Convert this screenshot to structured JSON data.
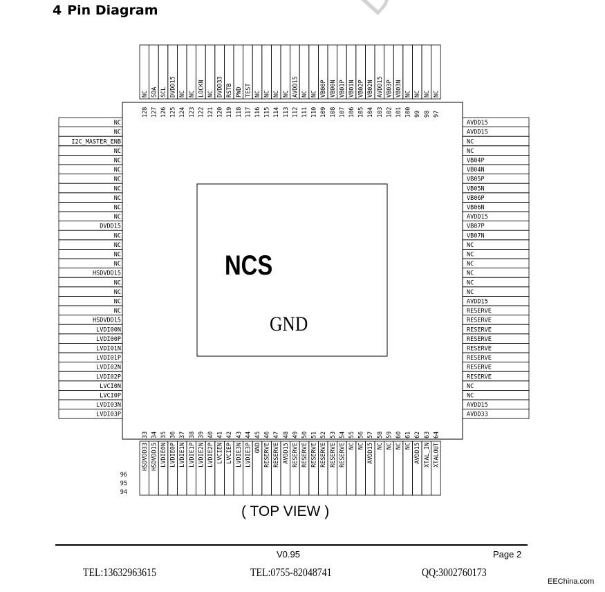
{
  "heading": {
    "number": "4",
    "title": "Pin Diagram"
  },
  "watermark": "DEN",
  "chip": {
    "name": "NCS",
    "gnd_label": "GND"
  },
  "top_view": "( TOP VIEW )",
  "footer": {
    "version": "V0.95",
    "page": "Page 2",
    "tel1": "TEL:13632963615",
    "tel2": "TEL:0755-82048741",
    "qq": "QQ:3002760173"
  },
  "brand": "EEChina.com",
  "left_pins": [
    "NC",
    "NC",
    "I2C_MASTER_ENB",
    "NC",
    "NC",
    "NC",
    "NC",
    "NC",
    "NC",
    "NC",
    "NC",
    "DVDD15",
    "NC",
    "NC",
    "NC",
    "NC",
    "HSDVDD15",
    "NC",
    "NC",
    "NC",
    "NC",
    "HSDVDD15",
    "LVDI00N",
    "LVDI00P",
    "LVDI01N",
    "LVDI01P",
    "LVDI02N",
    "LVDI02P",
    "LVCI0N",
    "LVCI0P",
    "LVDI03N",
    "LVDI03P"
  ],
  "right_pins": [
    "AVDD15",
    "AVDD15",
    "NC",
    "NC",
    "VB04P",
    "VB04N",
    "VB05P",
    "VB05N",
    "VB06P",
    "VB06N",
    "AVDD15",
    "VB07P",
    "VB07N",
    "NC",
    "NC",
    "NC",
    "NC",
    "NC",
    "NC",
    "AVDD15",
    "RESERVE",
    "RESERVE",
    "RESERVE",
    "RESERVE",
    "RESERVE",
    "RESERVE",
    "RESERVE",
    "RESERVE",
    "NC",
    "NC",
    "AVDD15",
    "AVDD33"
  ],
  "top_pins": [
    {
      "num": "128",
      "name": "NC"
    },
    {
      "num": "127",
      "name": "SDA"
    },
    {
      "num": "126",
      "name": "SCL"
    },
    {
      "num": "125",
      "name": "DVDD15"
    },
    {
      "num": "124",
      "name": "NC"
    },
    {
      "num": "123",
      "name": "NC"
    },
    {
      "num": "122",
      "name": "LOCKN"
    },
    {
      "num": "121",
      "name": "NC"
    },
    {
      "num": "120",
      "name": "DVDD33"
    },
    {
      "num": "119",
      "name": "RSTB"
    },
    {
      "num": "118",
      "name": "PWD"
    },
    {
      "num": "117",
      "name": "TEST"
    },
    {
      "num": "116",
      "name": "NC"
    },
    {
      "num": "115",
      "name": "NC"
    },
    {
      "num": "114",
      "name": "NC"
    },
    {
      "num": "113",
      "name": "NC"
    },
    {
      "num": "112",
      "name": "AVDD15"
    },
    {
      "num": "111",
      "name": "NC"
    },
    {
      "num": "110",
      "name": "NC"
    },
    {
      "num": "109",
      "name": "VB00P"
    },
    {
      "num": "108",
      "name": "VB00N"
    },
    {
      "num": "107",
      "name": "VB01P"
    },
    {
      "num": "106",
      "name": "VB01N"
    },
    {
      "num": "105",
      "name": "VB02P"
    },
    {
      "num": "104",
      "name": "VB02N"
    },
    {
      "num": "103",
      "name": "AVDD15"
    },
    {
      "num": "102",
      "name": "VB03P"
    },
    {
      "num": "101",
      "name": "VB03N"
    },
    {
      "num": "100",
      "name": "NC"
    },
    {
      "num": "99",
      "name": "NC"
    },
    {
      "num": "98",
      "name": "NC"
    },
    {
      "num": "97",
      "name": "NC"
    }
  ],
  "bottom_pins": [
    {
      "num": "33",
      "name": "HSDVDD33"
    },
    {
      "num": "34",
      "name": "HSDVDD15"
    },
    {
      "num": "35",
      "name": "LVDIE0N"
    },
    {
      "num": "36",
      "name": "LVDIE0P"
    },
    {
      "num": "37",
      "name": "LVDIE1N"
    },
    {
      "num": "38",
      "name": "LVDIE1P"
    },
    {
      "num": "39",
      "name": "LVDIE2N"
    },
    {
      "num": "40",
      "name": "LVDIE2P"
    },
    {
      "num": "41",
      "name": "LVCIEN"
    },
    {
      "num": "42",
      "name": "LVCIEP"
    },
    {
      "num": "43",
      "name": "LVDIE3N"
    },
    {
      "num": "44",
      "name": "LVDIE3P"
    },
    {
      "num": "45",
      "name": "GND"
    },
    {
      "num": "46",
      "name": "RESERVE"
    },
    {
      "num": "47",
      "name": "RESERVE"
    },
    {
      "num": "48",
      "name": "AVDD15"
    },
    {
      "num": "49",
      "name": "RESERVE"
    },
    {
      "num": "50",
      "name": "RESERVE"
    },
    {
      "num": "51",
      "name": "RESERVE"
    },
    {
      "num": "52",
      "name": "RESERVE"
    },
    {
      "num": "53",
      "name": "RESERVE"
    },
    {
      "num": "54",
      "name": "RESERVE"
    },
    {
      "num": "55",
      "name": "NC"
    },
    {
      "num": "56",
      "name": "NC"
    },
    {
      "num": "57",
      "name": "AVDD15"
    },
    {
      "num": "58",
      "name": "NC"
    },
    {
      "num": "59",
      "name": "NC"
    },
    {
      "num": "60",
      "name": "NC"
    },
    {
      "num": "61",
      "name": "NC"
    },
    {
      "num": "62",
      "name": "AVDD15"
    },
    {
      "num": "63",
      "name": "XTAL_IN"
    },
    {
      "num": "64",
      "name": "XTALOUT"
    }
  ],
  "stray_numbers": [
    "96",
    "95",
    "94"
  ]
}
